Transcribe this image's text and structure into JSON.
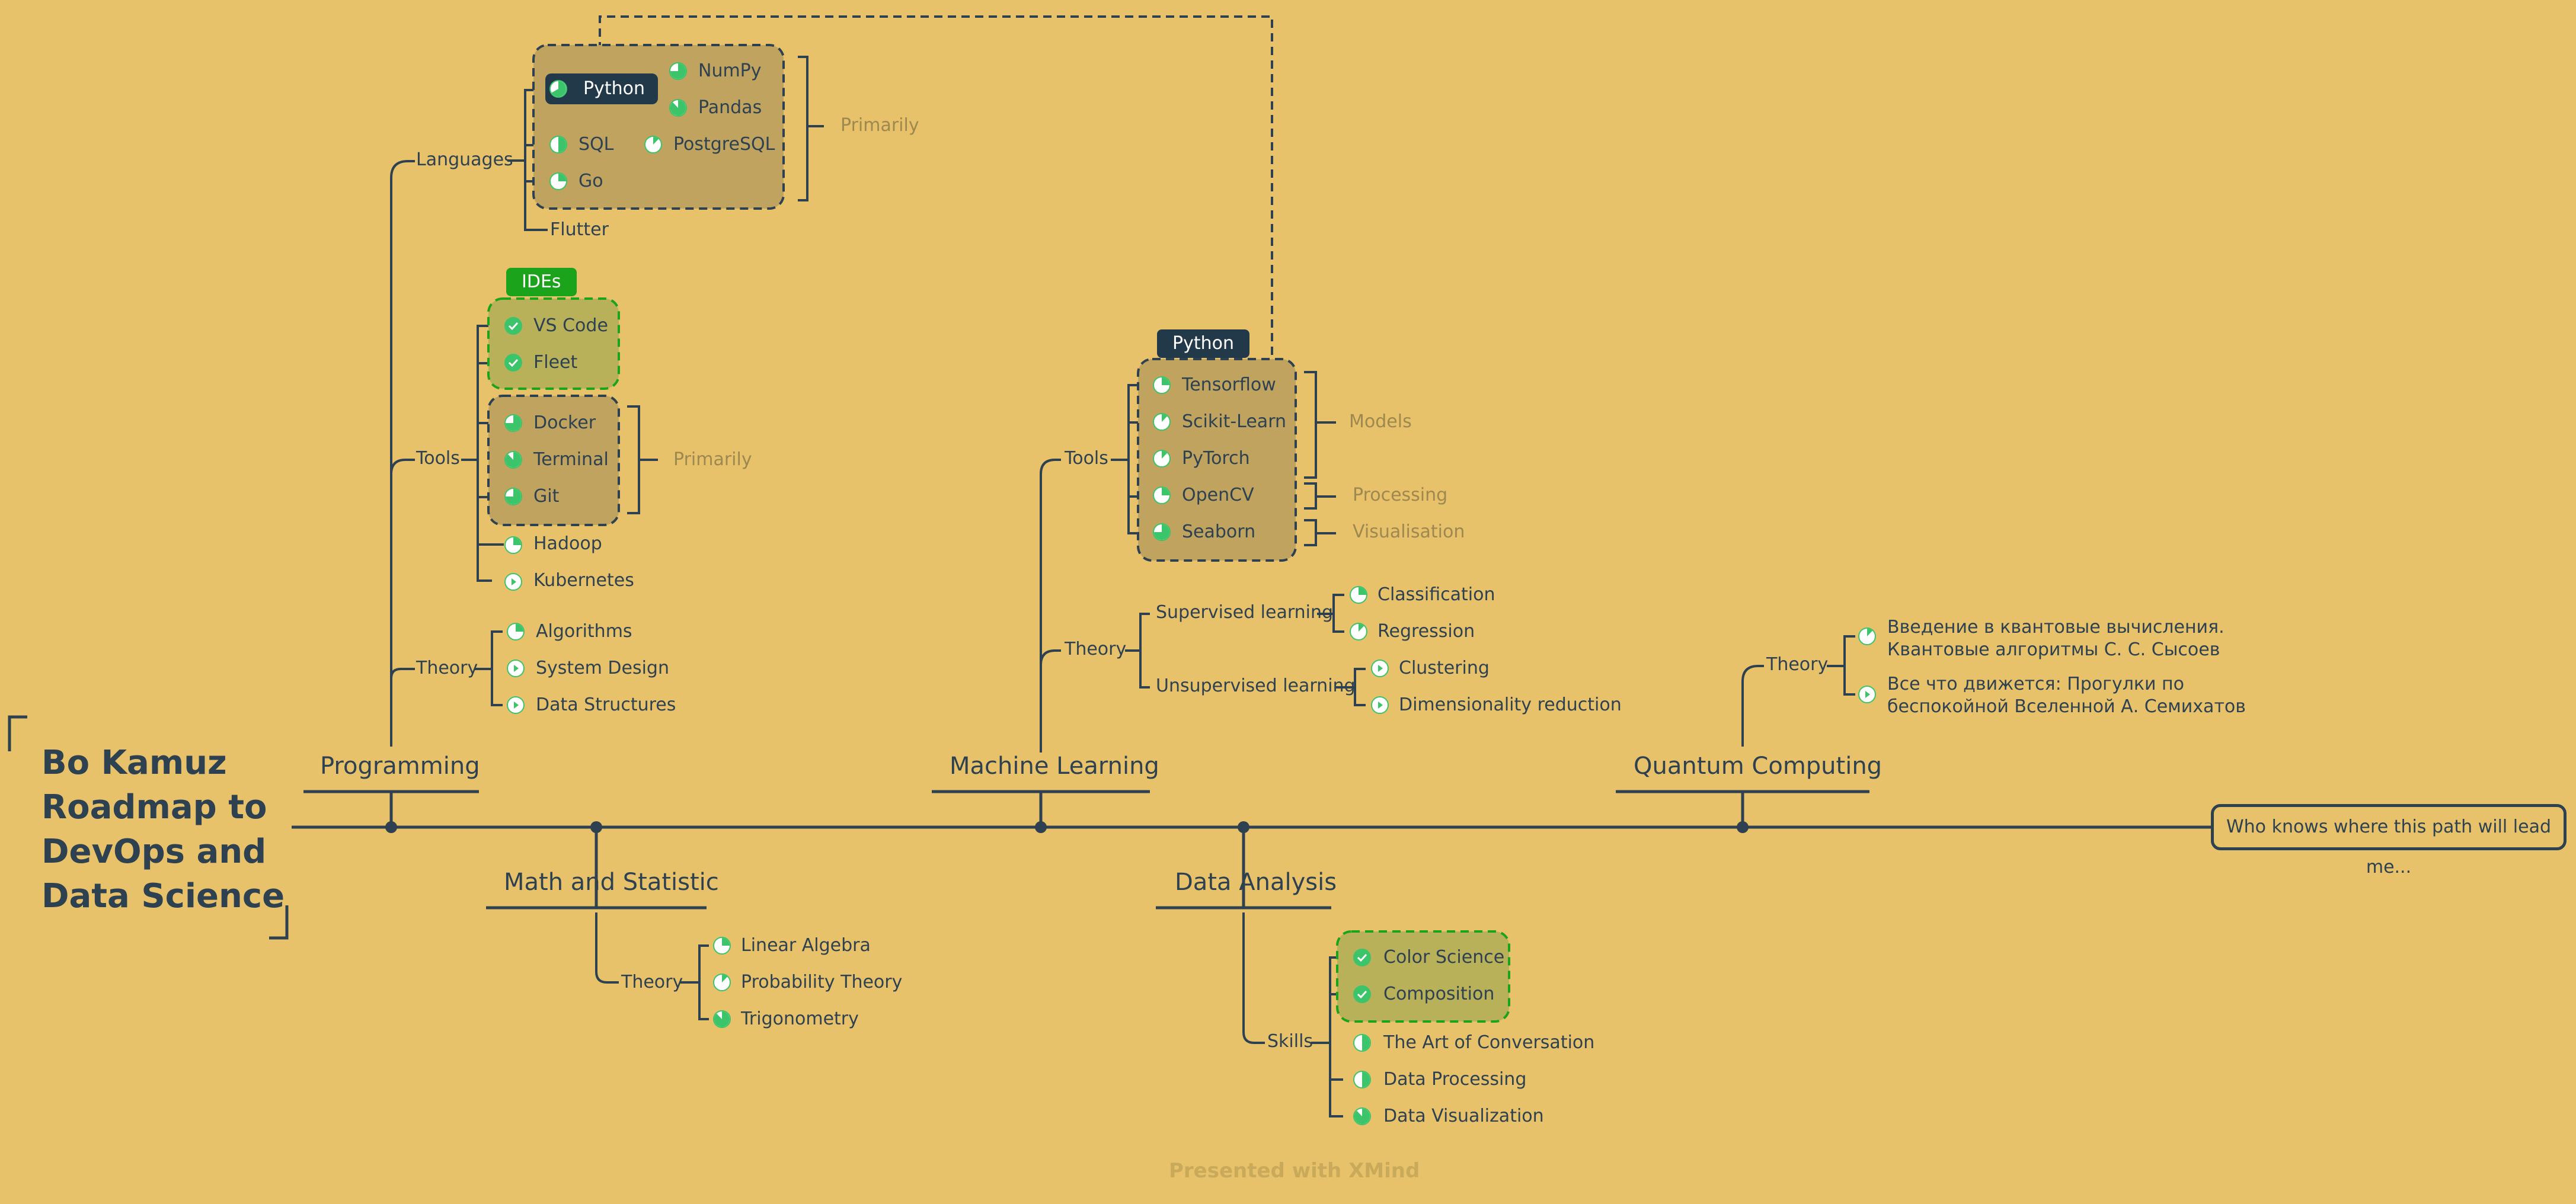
{
  "title": [
    "Bo Kamuz",
    "Roadmap to",
    "DevOps and",
    "Data Science"
  ],
  "final_note": "Who knows where this path will lead me...",
  "footer": "Presented with XMind",
  "branches": {
    "programming": "Programming",
    "math": "Math and Statistic",
    "ml": "Machine Learning",
    "da": "Data Analysis",
    "qc": "Quantum Computing"
  },
  "programming": {
    "languages": "Languages",
    "python": "Python",
    "numpy": "NumPy",
    "pandas": "Pandas",
    "sql": "SQL",
    "postgresql": "PostgreSQL",
    "go": "Go",
    "flutter": "Flutter",
    "primarily_lang": "Primarily",
    "tools": "Tools",
    "ides_tag": "IDEs",
    "vscode": "VS Code",
    "fleet": "Fleet",
    "docker": "Docker",
    "terminal": "Terminal",
    "git": "Git",
    "primarily_tools": "Primarily",
    "hadoop": "Hadoop",
    "kubernetes": "Kubernetes",
    "theory": "Theory",
    "algorithms": "Algorithms",
    "system_design": "System Design",
    "data_structures": "Data Structures"
  },
  "math": {
    "theory": "Theory",
    "linear_algebra": "Linear Algebra",
    "probability": "Probability Theory",
    "trigonometry": "Trigonometry"
  },
  "ml": {
    "tools": "Tools",
    "python_tag": "Python",
    "tensorflow": "Tensorflow",
    "scikit": "Scikit-Learn",
    "pytorch": "PyTorch",
    "opencv": "OpenCV",
    "seaborn": "Seaborn",
    "models": "Models",
    "processing": "Processing",
    "visualisation": "Visualisation",
    "theory": "Theory",
    "supervised": "Supervised learning",
    "classification": "Classification",
    "regression": "Regression",
    "unsupervised": "Unsupervised learning",
    "clustering": "Clustering",
    "dimred": "Dimensionality reduction"
  },
  "da": {
    "skills": "Skills",
    "color_science": "Color Science",
    "composition": "Composition",
    "conversation": "The Art of Conversation",
    "processing": "Data Processing",
    "visualization": "Data Visualization"
  },
  "qc": {
    "theory": "Theory",
    "book1_line1": "Введение в квантовые вычисления.",
    "book1_line2": "Квантовые алгоритмы С. С. Сысоев",
    "book2_line1": "Все что движется: Прогулки по",
    "book2_line2": "беспокойной Вселенной А. Семихатов"
  },
  "colors": {
    "background": "#E8C26A",
    "line": "#2E4150",
    "boundary_fill": "#BFA35F",
    "green_fill": "#B9B05A",
    "green_border": "#1BA31B",
    "progress": "#3CC46A",
    "dark_tag": "#22394A",
    "note": "#9D8850"
  }
}
